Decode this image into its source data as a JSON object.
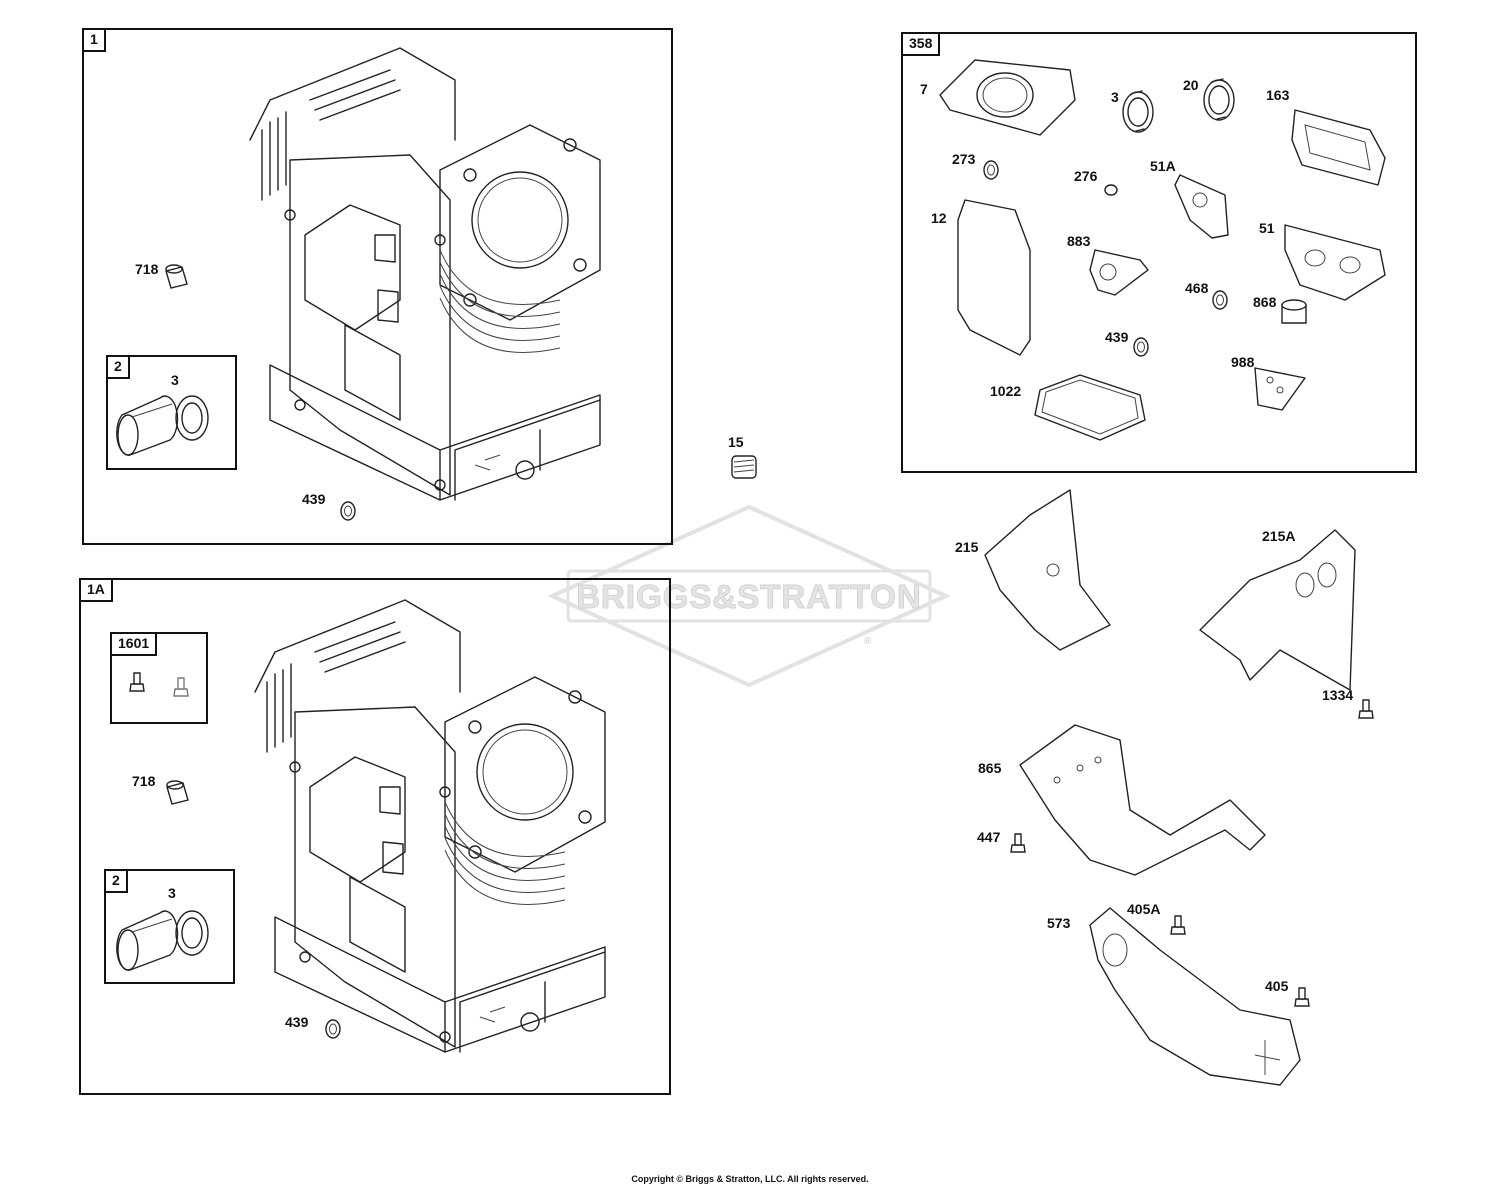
{
  "watermark": {
    "text": "BRIGGS&STRATTON",
    "reg_mark": "®"
  },
  "copyright": "Copyright © Briggs & Stratton, LLC. All rights reserved.",
  "boxes": {
    "b1": "1",
    "b1_sub": "2",
    "b1a": "1A",
    "b1a_sub1": "1601",
    "b1a_sub2": "2",
    "b358": "358"
  },
  "callouts": {
    "c718_top": "718",
    "c3_top": "3",
    "c439_top": "439",
    "c15": "15",
    "c718_bot": "718",
    "c3_bot": "3",
    "c439_bot": "439",
    "g7": "7",
    "g3": "3",
    "g20": "20",
    "g163": "163",
    "g273": "273",
    "g276": "276",
    "g51a": "51A",
    "g12": "12",
    "g883": "883",
    "g51": "51",
    "g468": "468",
    "g868": "868",
    "g439": "439",
    "g988": "988",
    "g1022": "1022",
    "p215": "215",
    "p215a": "215A",
    "p1334": "1334",
    "p865": "865",
    "p447": "447",
    "p573": "573",
    "p405a": "405A",
    "p405": "405"
  }
}
